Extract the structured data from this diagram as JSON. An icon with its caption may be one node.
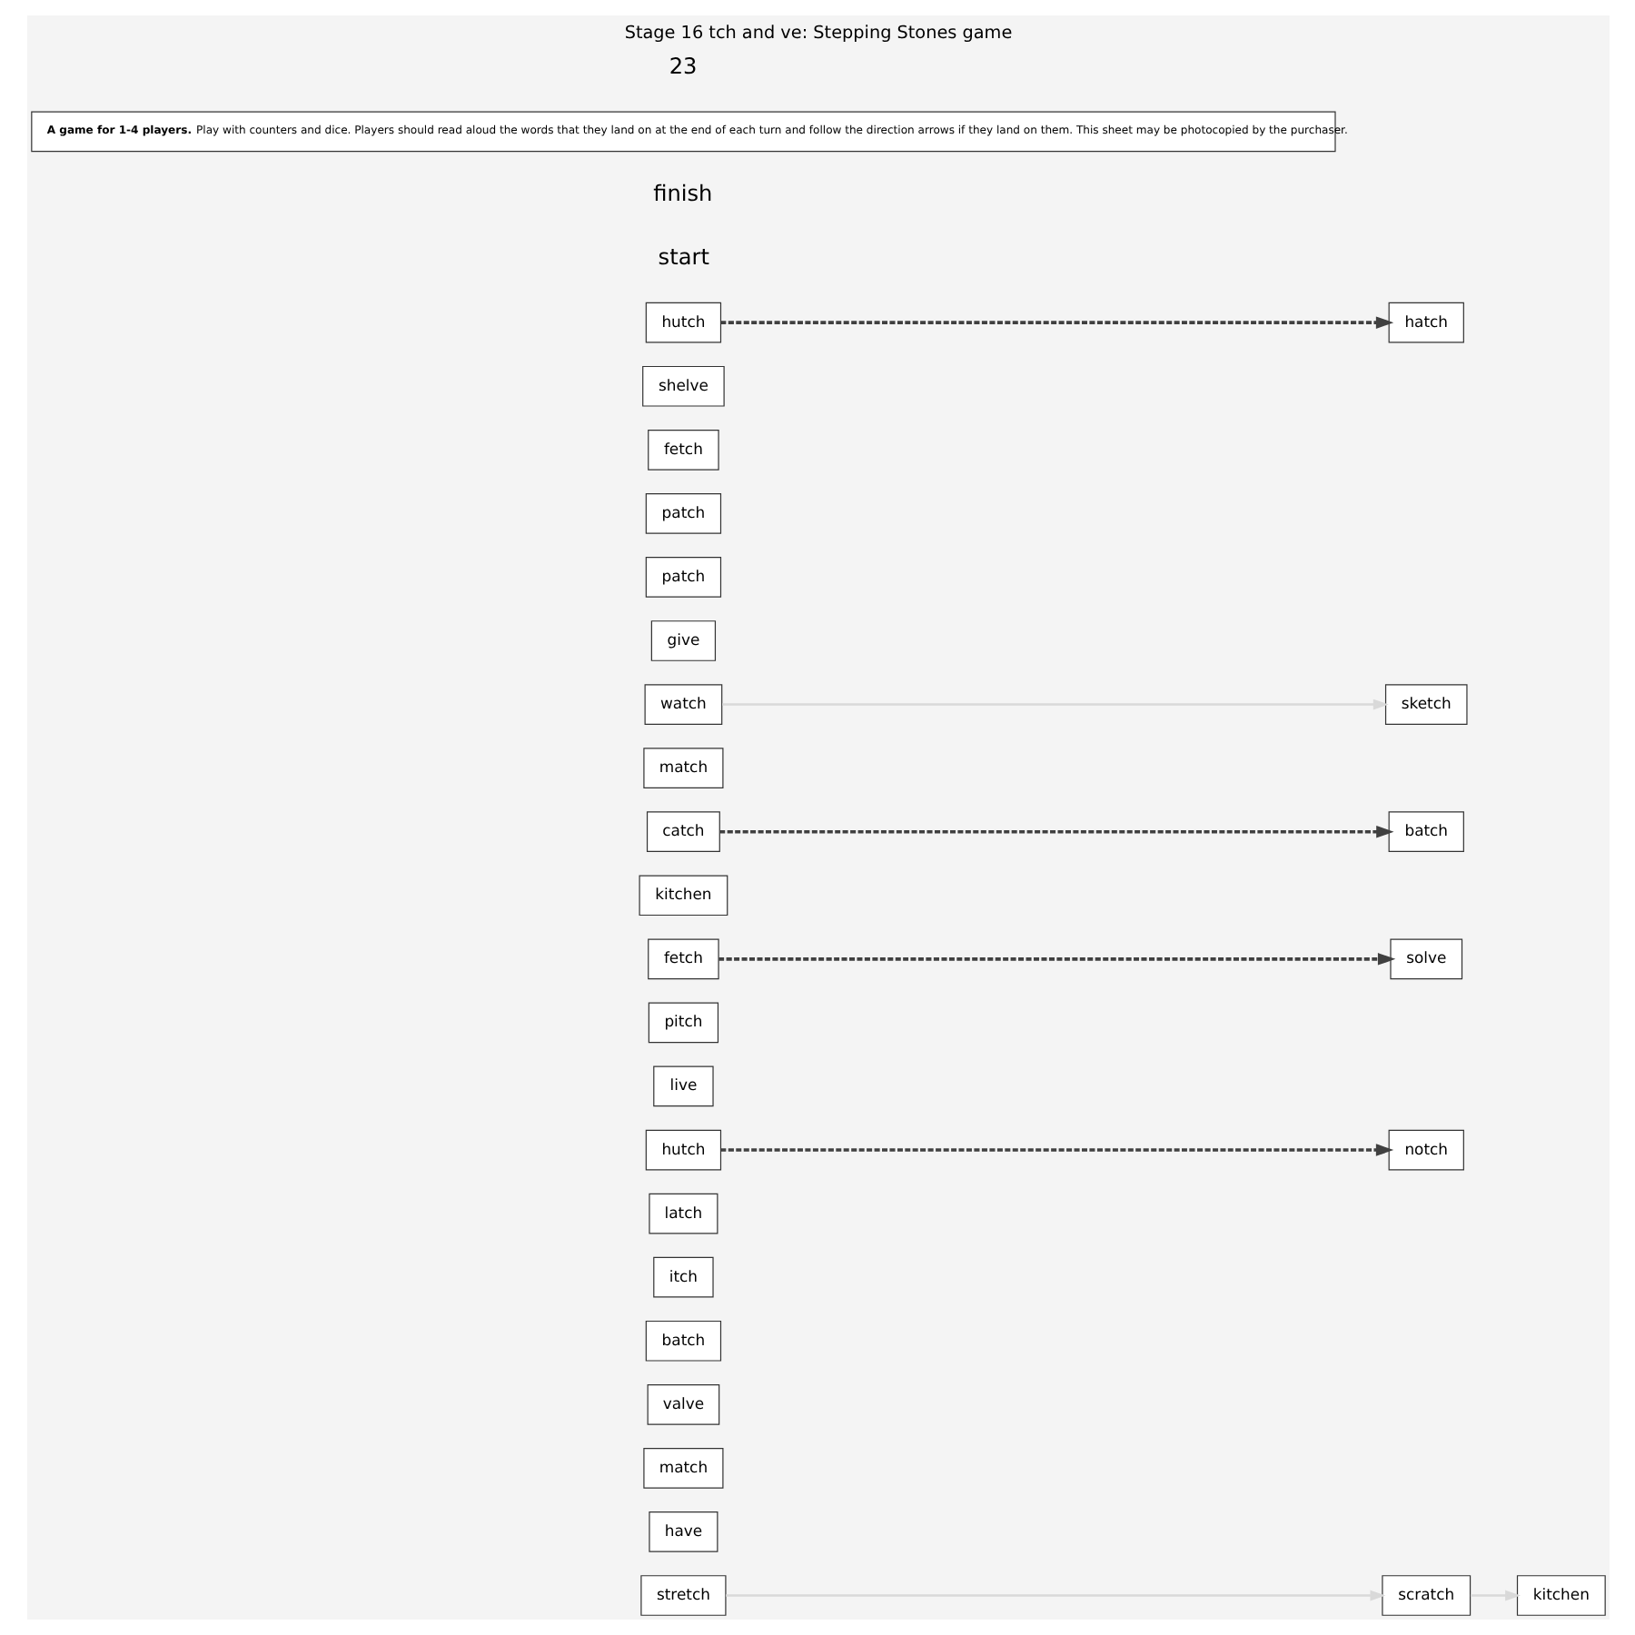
{
  "diagram": {
    "title": "Stage 16 tch and ve: Stepping Stones game",
    "nodes": [
      {
        "text": [
          "kitchen"
        ]
      },
      {
        "text": [
          "have"
        ]
      },
      {
        "text": [
          "match"
        ]
      },
      {
        "text": [
          "valve"
        ]
      },
      {
        "text": [
          "batch"
        ]
      },
      {
        "text": [
          "itch"
        ]
      },
      {
        "text": [
          "latch"
        ]
      },
      {
        "text": [
          "stretch"
        ]
      },
      {
        "text": [
          "hutch"
        ]
      },
      {
        "text": [
          "scratch"
        ]
      },
      {
        "text": [
          "notch"
        ]
      },
      {
        "text": [
          "live"
        ]
      },
      {
        "text": [
          "pitch"
        ]
      },
      {
        "text": [
          "fetch"
        ]
      },
      {
        "text": [
          "solve"
        ]
      },
      {
        "text": [
          "kitchen"
        ]
      },
      {
        "text": [
          "batch"
        ]
      },
      {
        "text": [
          "match"
        ]
      },
      {
        "text": [
          "sketch"
        ]
      },
      {
        "text": [
          "catch"
        ]
      },
      {
        "text": [
          "give"
        ]
      },
      {
        "text": [
          "watch"
        ]
      },
      {
        "text": [
          "patch"
        ]
      },
      {
        "text": [
          "patch"
        ]
      },
      {
        "text": [
          "fetch"
        ]
      },
      {
        "text": [
          "shelve"
        ]
      },
      {
        "text": [
          "hutch"
        ]
      },
      {
        "text": [
          "hatch"
        ]
      }
    ],
    "edges": [
      {
        "from": 7,
        "to": 9,
        "arrow": "to",
        "color": "#d9d9d9"
      },
      {
        "from": 9,
        "to": 0,
        "arrow": "to",
        "color": "#d9d9d9"
      },
      {
        "from": 8,
        "to": 10,
        "arrow": "to",
        "style": "dashed"
      },
      {
        "from": 13,
        "to": 14,
        "arrow": "to",
        "style": "dashed"
      },
      {
        "from": 19,
        "to": 16,
        "arrow": "to",
        "style": "dashed"
      },
      {
        "from": 21,
        "to": 18,
        "arrow": "to",
        "color": "#d9d9d9"
      },
      {
        "from": 26,
        "to": 27,
        "arrow": "to",
        "style": "dashed"
      }
    ],
    "labels": [
      "start",
      "finish",
      "**A game for 1-4 players.** Play with counters and dice. Players should read aloud the words that they land on at the end of each turn and follow the direction arrows if they land on them. This sheet may be photocopied by the purchaser.",
      "23"
    ]
  }
}
